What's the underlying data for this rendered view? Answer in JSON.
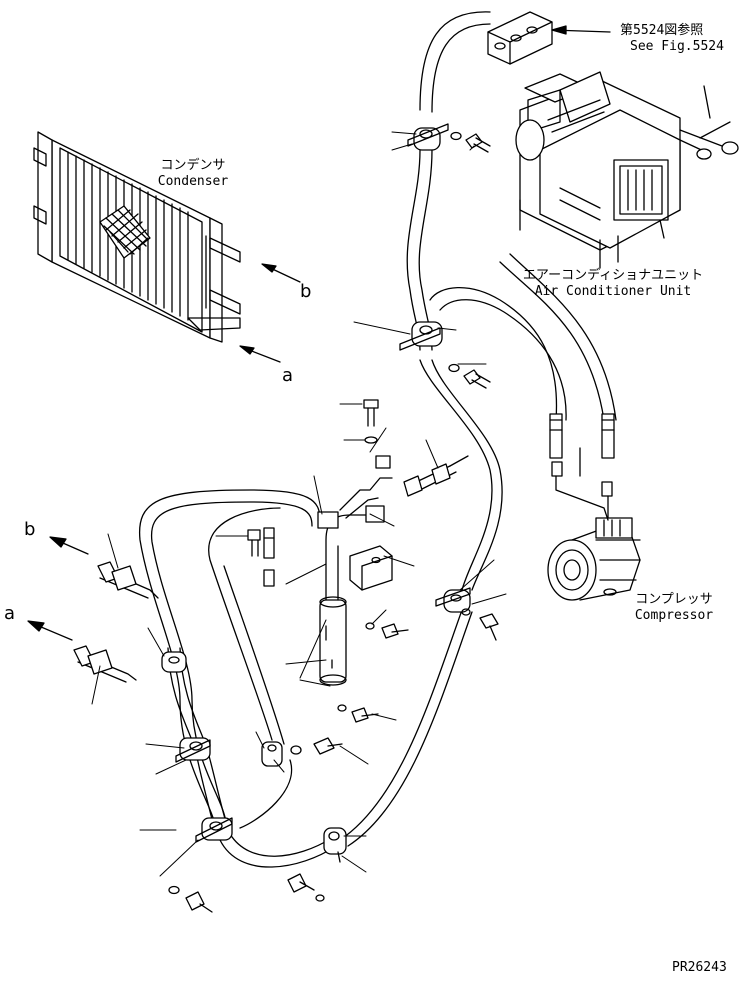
{
  "diagram": {
    "ref": {
      "jp": "第5524図参照",
      "en": "See Fig.5524"
    },
    "condenser": {
      "jp": "コンデンサ",
      "en": "Condenser"
    },
    "ac_unit": {
      "jp": "エアーコンディショナユニット",
      "en": "Air Conditioner Unit"
    },
    "compressor": {
      "jp": "コンプレッサ",
      "en": "Compressor"
    },
    "arrows": {
      "a": "a",
      "b": "b"
    },
    "drawing_number": "PR26243"
  }
}
